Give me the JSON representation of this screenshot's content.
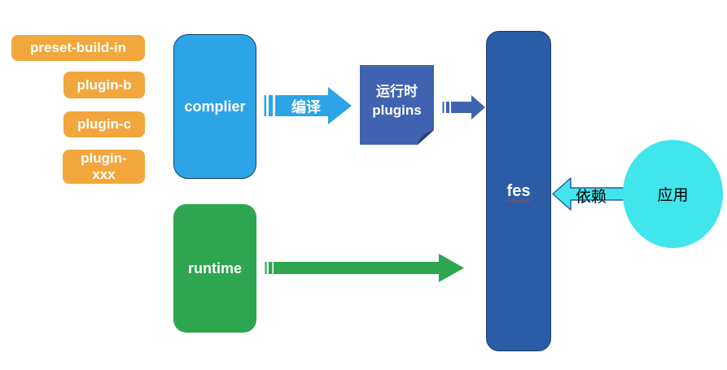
{
  "plugins": {
    "items": [
      "preset-build-in",
      "plugin-b",
      "plugin-c",
      "plugin-xxx"
    ]
  },
  "nodes": {
    "compiler": {
      "label": "complier"
    },
    "runtime": {
      "label": "runtime"
    },
    "runtime_plugins": {
      "line1": "运行时",
      "line2": "plugins"
    },
    "fes": {
      "label": "fes"
    },
    "app": {
      "label": "应用"
    }
  },
  "arrows": {
    "compile": {
      "label": "编译"
    },
    "depends": {
      "label": "依赖"
    }
  },
  "colors": {
    "orange": "#F2A73D",
    "light_blue": "#2DA4E8",
    "medium_blue": "#3F63B0",
    "dark_blue": "#2B5DA7",
    "green": "#2EA650",
    "cyan": "#40E6EC",
    "spellcheck_red": "#E03131"
  }
}
